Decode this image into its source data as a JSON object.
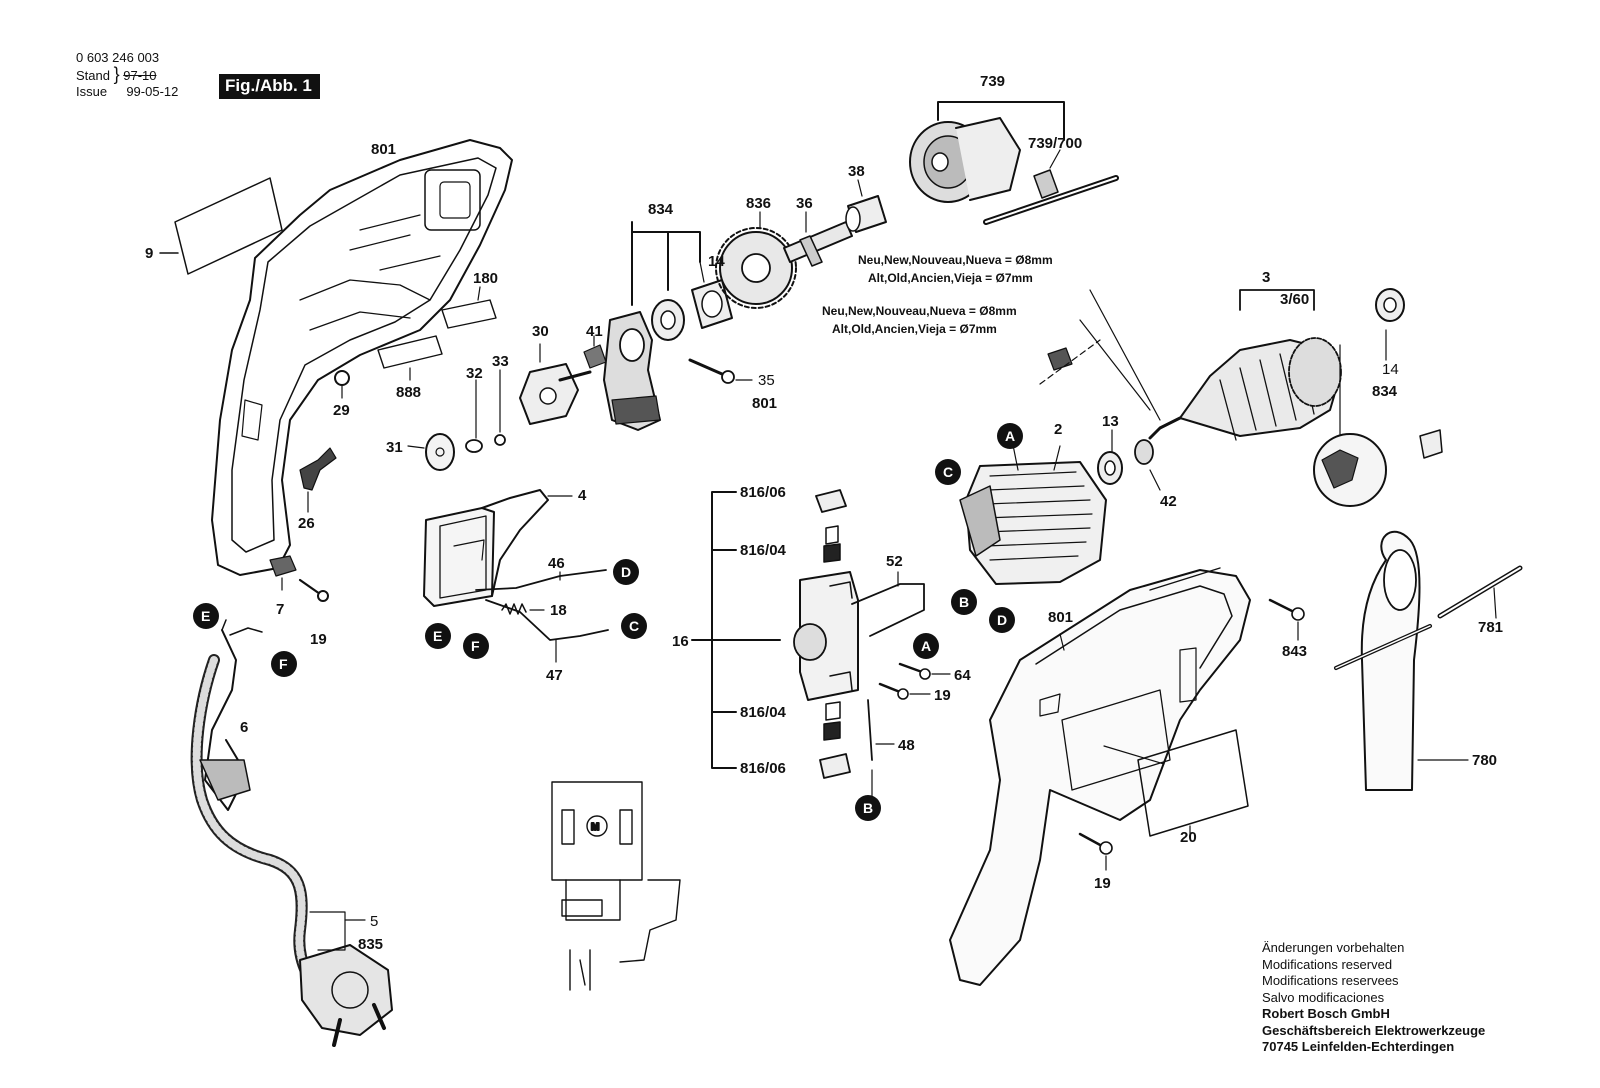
{
  "header": {
    "part_number": "0 603 246 003",
    "stand_label": "Stand",
    "issue_label": "Issue",
    "old_date": "97-10",
    "date": "99-05-12",
    "figure": "Fig./Abb. 1"
  },
  "notes": {
    "neu1": "Neu,New,Nouveau,Nueva = Ø8mm",
    "alt1": "Alt,Old,Ancien,Vieja = Ø7mm",
    "neu2": "Neu,New,Nouveau,Nueva = Ø8mm",
    "alt2": "Alt,Old,Ancien,Vieja = Ø7mm"
  },
  "refs": {
    "A": "A",
    "B": "B",
    "C": "C",
    "D": "D",
    "E": "E",
    "F": "F"
  },
  "parts": {
    "p801a": "801",
    "p9": "9",
    "p180": "180",
    "p888": "888",
    "p29": "29",
    "p26": "26",
    "p7": "7",
    "p19a": "19",
    "p6": "6",
    "p5": "5",
    "p835": "835",
    "p834a": "834",
    "p14a": "14",
    "p30": "30",
    "p41": "41",
    "p33": "33",
    "p32": "32",
    "p31": "31",
    "p35": "35",
    "p801b": "801",
    "p836": "836",
    "p36": "36",
    "p38": "38",
    "p739": "739",
    "p739_700": "739/700",
    "p4": "4",
    "p46": "46",
    "p18": "18",
    "p47": "47",
    "p816_06a": "816/06",
    "p816_04a": "816/04",
    "p16": "16",
    "p816_04b": "816/04",
    "p816_06b": "816/06",
    "p52": "52",
    "p64": "64",
    "p19b": "19",
    "p48": "48",
    "p2": "2",
    "p13": "13",
    "p42": "42",
    "p3": "3",
    "p3_60": "3/60",
    "p14b": "14",
    "p834b": "834",
    "p801c": "801",
    "p843": "843",
    "p781": "781",
    "p780": "780",
    "p20": "20",
    "p19c": "19"
  },
  "notice": {
    "line1": "Änderungen vorbehalten",
    "line2": "Modifications reserved",
    "line3": "Modifications reservees",
    "line4": "Salvo modificaciones",
    "line5": "Robert Bosch GmbH",
    "line6": "Geschäftsbereich Elektrowerkzeuge",
    "line7": "70745 Leinfelden-Echterdingen"
  }
}
